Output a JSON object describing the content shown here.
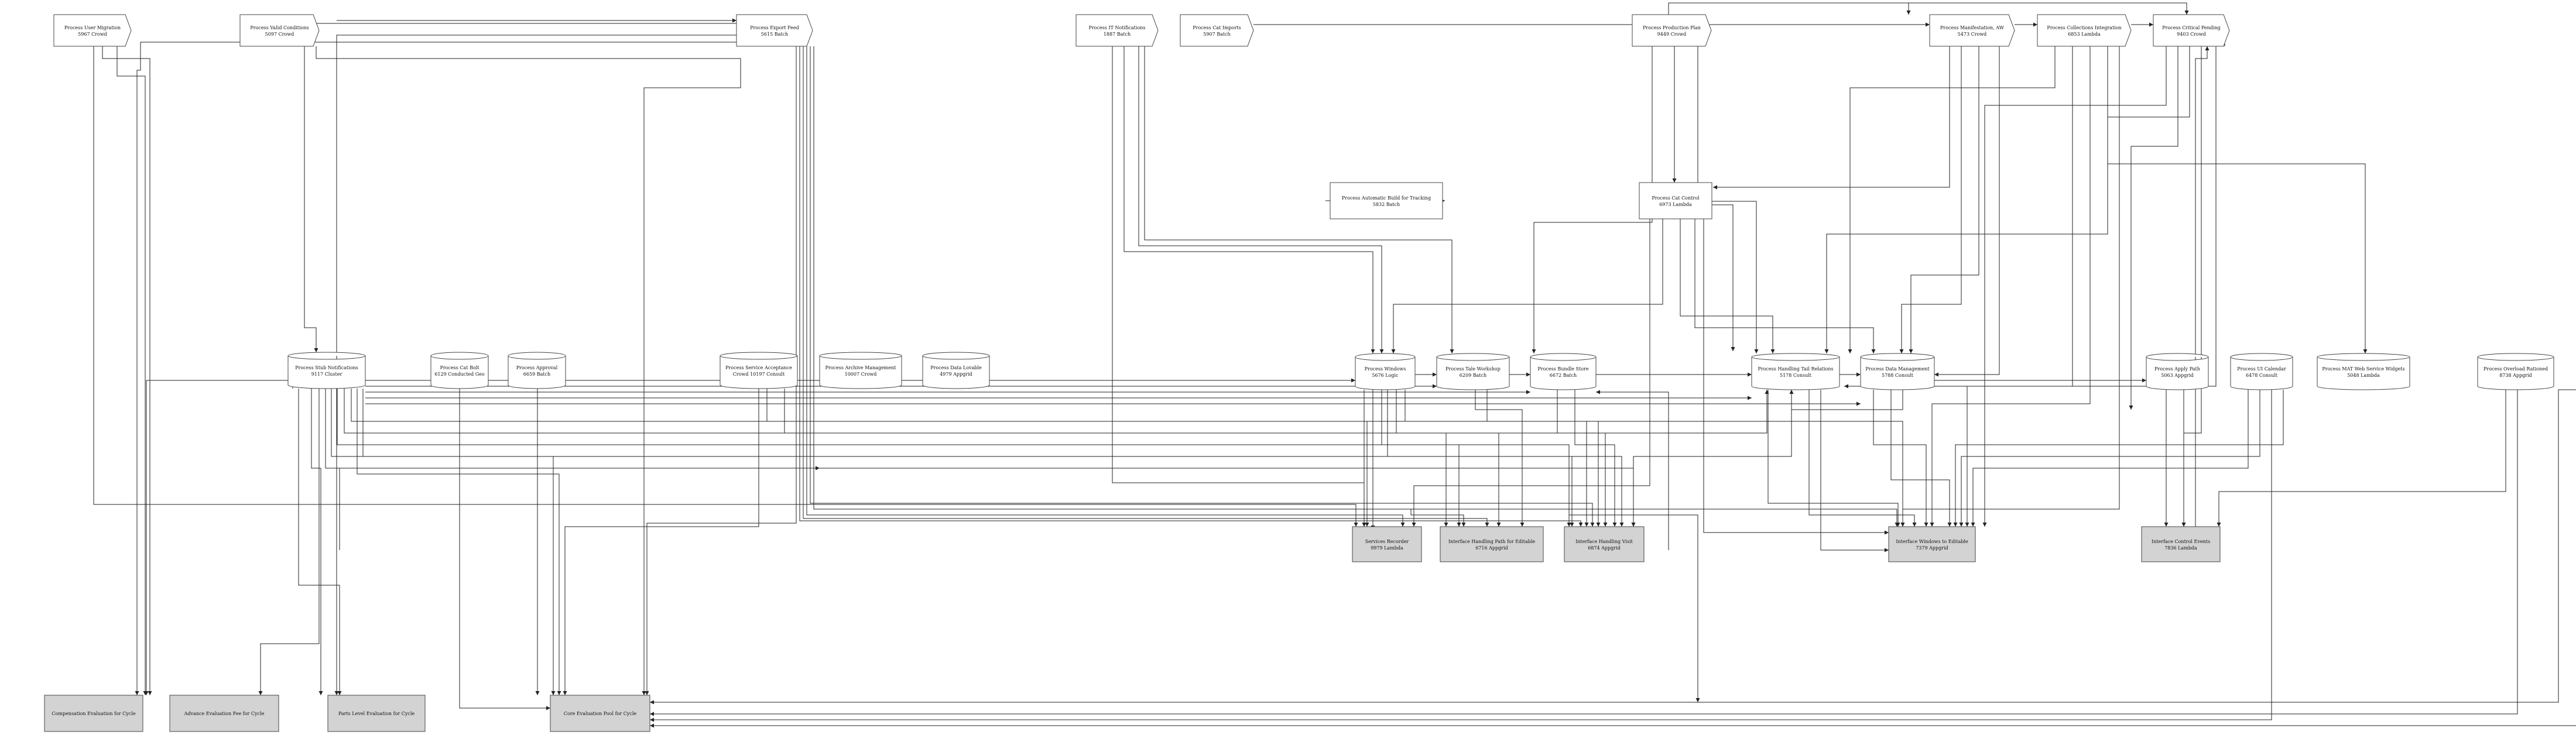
{
  "nodes": [
    {
      "id": "p1",
      "kind": "process",
      "line1": "Process User Migration",
      "line2": "5967 Crowd"
    },
    {
      "id": "p2",
      "kind": "process",
      "line1": "Process Valid Conditions",
      "line2": "5097 Crowd"
    },
    {
      "id": "p3",
      "kind": "process",
      "line1": "Process Export Feed",
      "line2": "5615 Batch"
    },
    {
      "id": "p4",
      "kind": "process",
      "line1": "Process IT Notifications",
      "line2": "1887 Batch"
    },
    {
      "id": "p5",
      "kind": "process",
      "line1": "Process Cat Imports",
      "line2": "5907 Batch"
    },
    {
      "id": "p6",
      "kind": "process",
      "line1": "Process Production Plan",
      "line2": "9449 Crowd"
    },
    {
      "id": "p7",
      "kind": "process",
      "line1": "Process Manifestation, AW",
      "line2": "5473 Crowd"
    },
    {
      "id": "p8",
      "kind": "process",
      "line1": "Process Collections Integration",
      "line2": "6853 Lambda"
    },
    {
      "id": "p9",
      "kind": "process",
      "line1": "Process Critical Pending",
      "line2": "9403 Crowd"
    },
    {
      "id": "e1",
      "kind": "external",
      "line1": "Process Automatic Build for Tracking",
      "line2": "5832 Batch"
    },
    {
      "id": "e2",
      "kind": "external",
      "line1": "Process Cat Control",
      "line2": "6973 Lambda"
    },
    {
      "id": "d1",
      "kind": "store",
      "line1": "Process Stub Notifications",
      "line2": "9117 Cluster"
    },
    {
      "id": "d2",
      "kind": "store",
      "line1": "Process Cat Bolt",
      "line2": "6129 Conducted Geo"
    },
    {
      "id": "d3",
      "kind": "store",
      "line1": "Process Approval",
      "line2": "6659 Batch"
    },
    {
      "id": "d4",
      "kind": "store",
      "line1": "Process Service Acceptance",
      "line2": "Crowd 10197 Consult"
    },
    {
      "id": "d5",
      "kind": "store",
      "line1": "Process Archive Management",
      "line2": "10007 Crowd"
    },
    {
      "id": "d6",
      "kind": "store",
      "line1": "Process Data Lovable",
      "line2": "4979 Appgrid"
    },
    {
      "id": "d7",
      "kind": "store",
      "line1": "Process Windows",
      "line2": "5676 Logic"
    },
    {
      "id": "d8",
      "kind": "store",
      "line1": "Process Tale Workshop",
      "line2": "6209 Batch"
    },
    {
      "id": "d9",
      "kind": "store",
      "line1": "Process Bundle Store",
      "line2": "6672 Batch"
    },
    {
      "id": "d10",
      "kind": "store",
      "line1": "Process Handling Tail Relations",
      "line2": "5178 Consult"
    },
    {
      "id": "d11",
      "kind": "store",
      "line1": "Process Data Management",
      "line2": "5788 Consult"
    },
    {
      "id": "d12",
      "kind": "store",
      "line1": "Process Apply Path",
      "line2": "5063 Appgrid"
    },
    {
      "id": "d13",
      "kind": "store",
      "line1": "Process UI Calendar",
      "line2": "6478 Consult"
    },
    {
      "id": "d14",
      "kind": "store",
      "line1": "Process MAT Web Service Widgets",
      "line2": "5048 Lambda"
    },
    {
      "id": "d15",
      "kind": "store",
      "line1": "Process Overload Rationed",
      "line2": "8738 Appgrid"
    },
    {
      "id": "g1",
      "kind": "gray",
      "line1": "Services Recorder",
      "line2": "9979 Lambda"
    },
    {
      "id": "g2",
      "kind": "gray",
      "line1": "Interface Handling Path for Editable",
      "line2": "6716 Appgrid"
    },
    {
      "id": "g3",
      "kind": "gray",
      "line1": "Interface Handling Visit",
      "line2": "6874 Appgrid"
    },
    {
      "id": "g4",
      "kind": "gray",
      "line1": "Interface Windows to Editable",
      "line2": "7379 Appgrid"
    },
    {
      "id": "g5",
      "kind": "gray",
      "line1": "Interface Control Events",
      "line2": "7836 Lambda"
    },
    {
      "id": "b1",
      "kind": "gray",
      "line1": "Compensation Evaluation for Cycle",
      "line2": ""
    },
    {
      "id": "b2",
      "kind": "gray",
      "line1": "Advance Evaluation Fee for Cycle",
      "line2": ""
    },
    {
      "id": "b3",
      "kind": "gray",
      "line1": "Parts Level Evaluation for Cycle",
      "line2": ""
    },
    {
      "id": "b4",
      "kind": "gray",
      "line1": "Core Evaluation Pool for Cycle",
      "line2": ""
    }
  ]
}
